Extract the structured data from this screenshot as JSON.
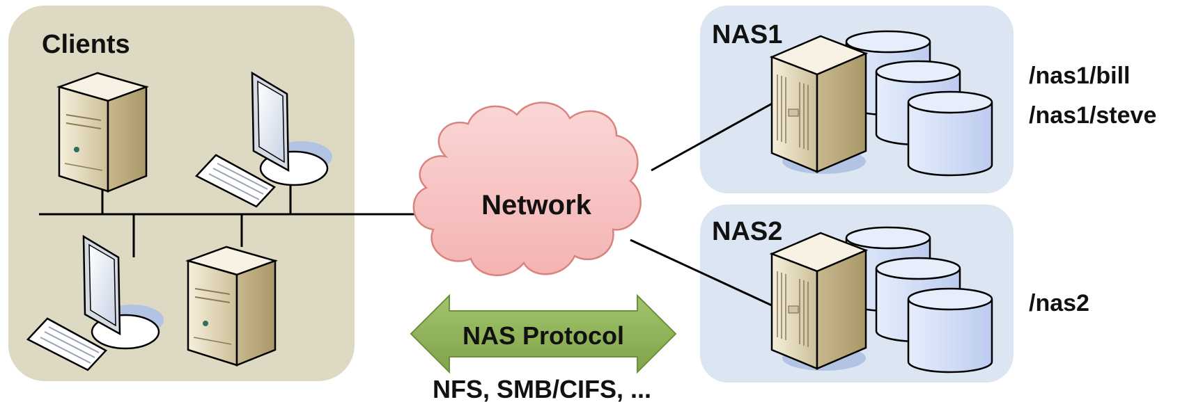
{
  "clients": {
    "title": "Clients"
  },
  "network": {
    "label": "Network"
  },
  "protocol": {
    "label": "NAS Protocol",
    "examples": "NFS, SMB/CIFS, ..."
  },
  "nas1": {
    "title": "NAS1",
    "exports": [
      "/nas1/bill",
      "/nas1/steve"
    ]
  },
  "nas2": {
    "title": "NAS2",
    "exports": [
      "/nas2"
    ]
  },
  "colors": {
    "clients_panel": "#ddd9c3",
    "nas_panel": "#dce6f2",
    "cloud_fill": "#f8c6c6",
    "cloud_stroke": "#d9837f",
    "arrow_fill": "#8fb15a",
    "arrow_stroke": "#6e8f3a",
    "disk_fill": "#cfdcf7",
    "server_fill": "#e7dcc0"
  }
}
